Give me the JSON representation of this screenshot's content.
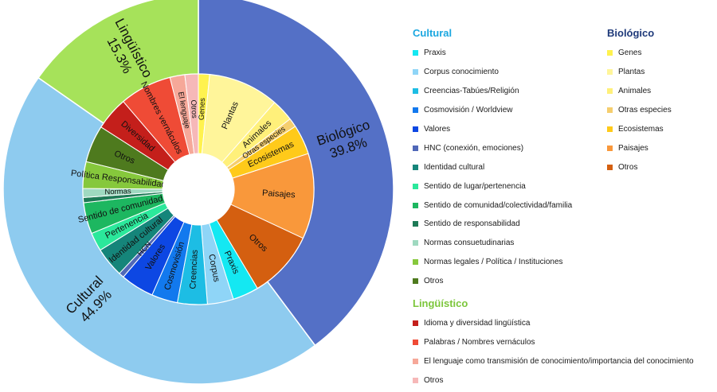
{
  "chart_data": {
    "type": "sunburst",
    "inner_values_unit": "relative",
    "outer_ring": [
      {
        "name": "Biológico",
        "label": "Biológico",
        "pct_label": "39.8%",
        "value": 39.8,
        "color": "#5470C6"
      },
      {
        "name": "Cultural",
        "label": "Cultural",
        "pct_label": "44.9%",
        "value": 44.9,
        "color": "#8ECBEF"
      },
      {
        "name": "Lingüístico",
        "label": "Lingüístico",
        "pct_label": "15.3%",
        "value": 15.3,
        "color": "#A6E25A"
      }
    ],
    "inner_ring": [
      {
        "group": "Biológico",
        "label": "Genes",
        "value": 1.5,
        "color": "#FFF24F"
      },
      {
        "group": "Biológico",
        "label": "Plantas",
        "value": 9.5,
        "color": "#FFF59A"
      },
      {
        "group": "Biológico",
        "label": "Animales",
        "value": 3.0,
        "color": "#FFF07A"
      },
      {
        "group": "Biológico",
        "label": "Otras especies",
        "value": 1.2,
        "color": "#F5CE6E"
      },
      {
        "group": "Biológico",
        "label": "Ecosistemas",
        "value": 4.0,
        "color": "#FFCA1A"
      },
      {
        "group": "Biológico",
        "label": "Paisajes",
        "value": 11.5,
        "color": "#F9983B"
      },
      {
        "group": "Biológico",
        "label": "Otros",
        "value": 9.1,
        "color": "#D45F10"
      },
      {
        "group": "Cultural",
        "label": "Praxis",
        "value": 3.5,
        "color": "#14E8F2"
      },
      {
        "group": "Cultural",
        "label": "Corpus",
        "value": 3.5,
        "color": "#8FD5F7"
      },
      {
        "group": "Cultural",
        "label": "Creencias",
        "value": 4.0,
        "color": "#1DBDE4"
      },
      {
        "group": "Cultural",
        "label": "Cosmovisión",
        "value": 3.5,
        "color": "#1279EE"
      },
      {
        "group": "Cultural",
        "label": "Valores",
        "value": 4.5,
        "color": "#0D47E3"
      },
      {
        "group": "Cultural",
        "label": "HCN",
        "value": 0.7,
        "color": "#5068B8"
      },
      {
        "group": "Cultural",
        "label": "Identidad cultural",
        "value": 4.0,
        "color": "#15857A"
      },
      {
        "group": "Cultural",
        "label": "Pertenencia",
        "value": 2.5,
        "color": "#2BE89B"
      },
      {
        "group": "Cultural",
        "label": "Sentido de comunidad",
        "value": 4.2,
        "color": "#1DB760"
      },
      {
        "group": "Cultural",
        "label": "",
        "value": 0.7,
        "color": "#1E7A56"
      },
      {
        "group": "Cultural",
        "label": "Normas",
        "value": 1.2,
        "color": "#9FD9C0"
      },
      {
        "group": "Cultural",
        "label": "Política Responsabilidad",
        "value": 3.6,
        "color": "#86C83C"
      },
      {
        "group": "Cultural",
        "label": "Otros",
        "value": 5.0,
        "color": "#4E7A1E"
      },
      {
        "group": "Lingüístico",
        "label": "Diversidad",
        "value": 4.5,
        "color": "#C41F1B"
      },
      {
        "group": "Lingüístico",
        "label": "Nombres vernáculos",
        "value": 7.0,
        "color": "#EF4B36"
      },
      {
        "group": "Lingüístico",
        "label": "El lenguaje",
        "value": 2.0,
        "color": "#F6A899"
      },
      {
        "group": "Lingüístico",
        "label": "Otros",
        "value": 1.8,
        "color": "#F6B8B8"
      }
    ]
  },
  "legend": {
    "cultural": {
      "title": "Cultural",
      "title_color": "#1BA7E0",
      "items": [
        {
          "label": "Praxis",
          "color": "#14E8F2"
        },
        {
          "label": "Corpus conocimiento",
          "color": "#8FD5F7"
        },
        {
          "label": "Creencias-Tabúes/Religión",
          "color": "#1DBDE4"
        },
        {
          "label": "Cosmovisión / Worldview",
          "color": "#1279EE"
        },
        {
          "label": "Valores",
          "color": "#0D47E3"
        },
        {
          "label": "HNC (conexión, emociones)",
          "color": "#5068B8"
        },
        {
          "label": "Identidad cultural",
          "color": "#15857A"
        },
        {
          "label": "Sentido de lugar/pertenencia",
          "color": "#2BE89B"
        },
        {
          "label": "Sentido de comunidad/colectividad/familia",
          "color": "#1DB760"
        },
        {
          "label": "Sentido de responsabilidad",
          "color": "#1E7A56"
        },
        {
          "label": "Normas consuetudinarias",
          "color": "#9FD9C0"
        },
        {
          "label": "Normas legales / Política / Instituciones",
          "color": "#86C83C"
        },
        {
          "label": "Otros",
          "color": "#4E7A1E"
        }
      ]
    },
    "linguistico": {
      "title": "Lingüístico",
      "title_color": "#7CC63B",
      "items": [
        {
          "label": "Idioma y diversidad lingüística",
          "color": "#C41F1B"
        },
        {
          "label": "Palabras / Nombres vernáculos",
          "color": "#EF4B36"
        },
        {
          "label": "El lenguaje como transmisión de conocimiento/importancia del conocimiento",
          "color": "#F6A899"
        },
        {
          "label": "Otros",
          "color": "#F6B8B8"
        }
      ]
    },
    "biologico": {
      "title": "Biológico",
      "title_color": "#1F3A7A",
      "items": [
        {
          "label": "Genes",
          "color": "#FFF24F"
        },
        {
          "label": "Plantas",
          "color": "#FFF59A"
        },
        {
          "label": "Animales",
          "color": "#FFF07A"
        },
        {
          "label": "Otras especies",
          "color": "#F5CE6E"
        },
        {
          "label": "Ecosistemas",
          "color": "#FFCA1A"
        },
        {
          "label": "Paisajes",
          "color": "#F9983B"
        },
        {
          "label": "Otros",
          "color": "#D45F10"
        }
      ]
    }
  }
}
